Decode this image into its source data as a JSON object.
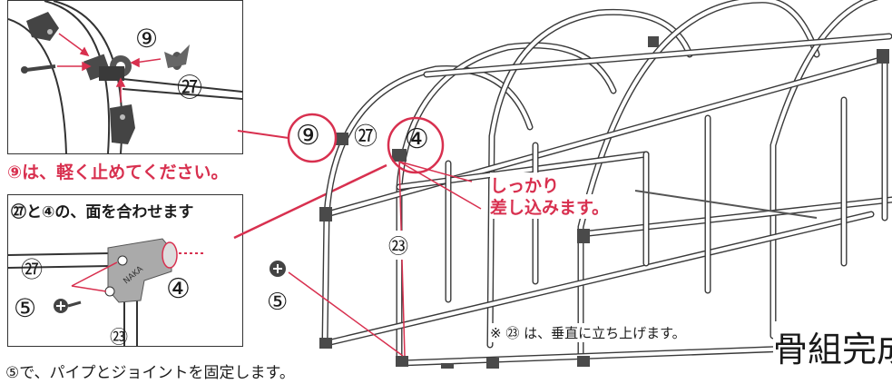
{
  "colors": {
    "accent_red": "#d8304f",
    "ink": "#333333",
    "pipe": "#3a3a3a",
    "joint": "#4a4a4a"
  },
  "detail_top": {
    "label_9": "⑨",
    "label_27": "㉗"
  },
  "note_9": "⑨は、軽く止めてください。",
  "detail_bottom": {
    "title": "㉗と④の、面を合わせます",
    "label_27": "㉗",
    "label_4": "④",
    "label_5": "⑤",
    "label_23": "㉓",
    "joint_text": "NAKA"
  },
  "note_5": "⑤で、パイプとジョイントを固定します。",
  "main": {
    "callout_9": "⑨",
    "callout_27": "㉗",
    "callout_4": "④",
    "insert_line1": "しっかり",
    "insert_line2": "差し込みます。",
    "label_23": "㉓",
    "label_5": "⑤",
    "vertical_note": "※ ㉓ は、垂直に立ち上げます。",
    "complete": "骨組完成"
  },
  "icons": [
    "wing-nut-icon",
    "bolt-icon",
    "screw-icon",
    "joint-icon"
  ]
}
